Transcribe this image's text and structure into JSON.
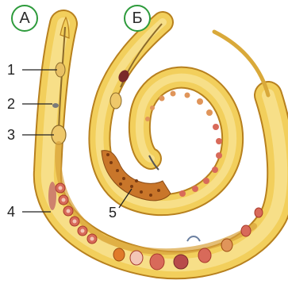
{
  "figure": {
    "panel_labels": {
      "a": "А",
      "b": "Б"
    },
    "callouts": [
      "1",
      "2",
      "3",
      "4",
      "5"
    ],
    "colors": {
      "body_fill": "#f2cf5c",
      "body_outline": "#b7801e",
      "body_core": "#f7df88",
      "egg_outer": "#d86a5a",
      "egg_inner": "#f3c6b6",
      "accent_green": "#2e9b3c",
      "ovary_brown": "#a75a2a"
    },
    "icons": [
      "female-worm-drawing",
      "male-worm-drawing"
    ]
  }
}
